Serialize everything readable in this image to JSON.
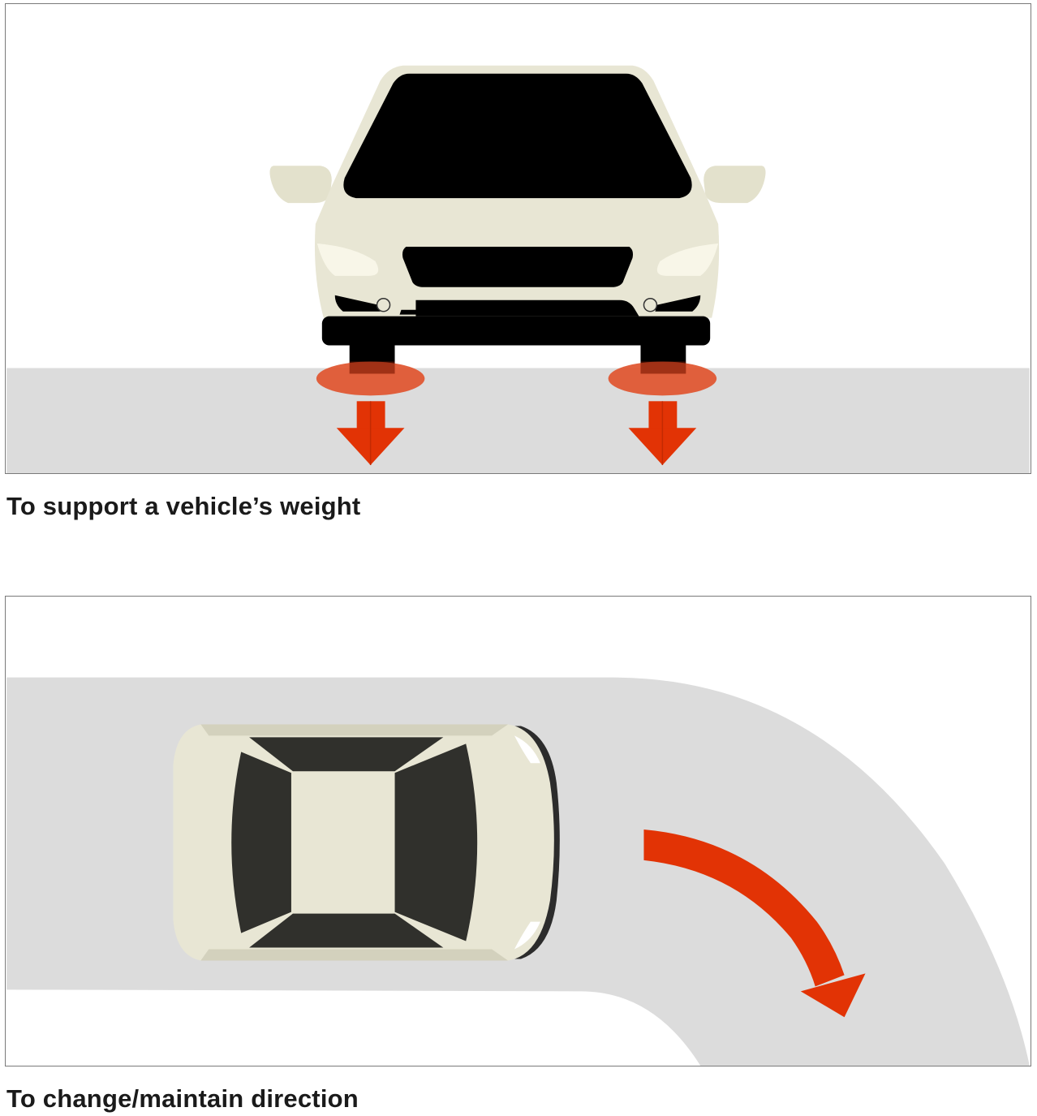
{
  "panels": [
    {
      "id": "weight",
      "caption": "To support a vehicle’s weight",
      "view": "front",
      "arrow_direction": "down"
    },
    {
      "id": "direction",
      "caption": "To change/maintain direction",
      "view": "top",
      "arrow_direction": "curved-right"
    }
  ],
  "colors": {
    "road": "#dcdcdc",
    "car_body": "#e8e6d4",
    "car_dark": "#000000",
    "window_tint": "#30302c",
    "arrow": "#e23305",
    "contact_patch": "#e0542e",
    "background": "#ffffff"
  },
  "icons": [
    "car-front-icon",
    "car-top-icon",
    "down-arrow-icon",
    "curved-arrow-icon",
    "contact-patch-icon"
  ]
}
